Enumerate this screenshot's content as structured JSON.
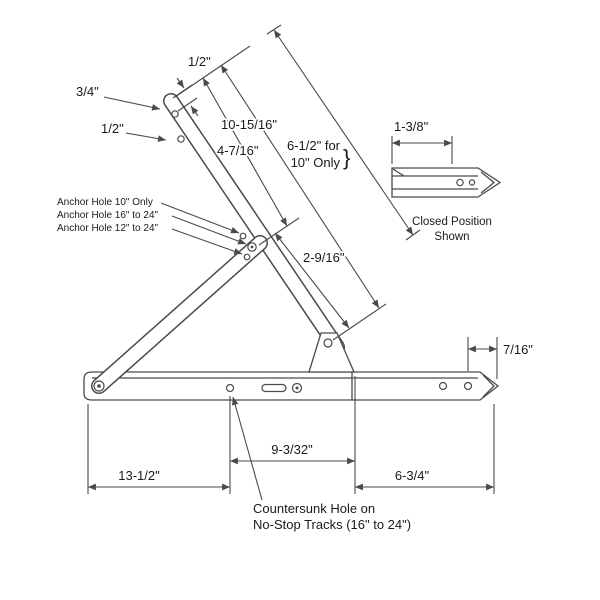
{
  "diagram": {
    "kind": "window-hinge-technical-drawing",
    "colors": {
      "line": "#4a4a4a",
      "text": "#1a1a1a",
      "background": "#ffffff"
    },
    "labels": {
      "dim_half_top": "1/2\"",
      "dim_three_quarter": "3/4\"",
      "dim_half_left": "1/2\"",
      "dim_10_15_16": "10-15/16\"",
      "dim_4_7_16": "4-7/16\"",
      "dim_6_1_2_line1": "6-1/2\" for",
      "dim_6_1_2_line2": "10\" Only",
      "brace": "}",
      "dim_1_3_8": "1-3/8\"",
      "closed_position_line1": "Closed Position",
      "closed_position_line2": "Shown",
      "anchor_hole_10": "Anchor Hole 10\" Only",
      "anchor_hole_16_24": "Anchor Hole 16\" to 24\"",
      "anchor_hole_12_24": "Anchor Hole 12\" to 24\"",
      "dim_2_9_16": "2-9/16\"",
      "dim_7_16": "7/16\"",
      "dim_9_3_32": "9-3/32\"",
      "dim_13_1_2": "13-1/2\"",
      "dim_6_3_4": "6-3/4\"",
      "countersunk_line1": "Countersunk Hole on",
      "countersunk_line2": "No-Stop Tracks (16\" to 24\")"
    }
  }
}
